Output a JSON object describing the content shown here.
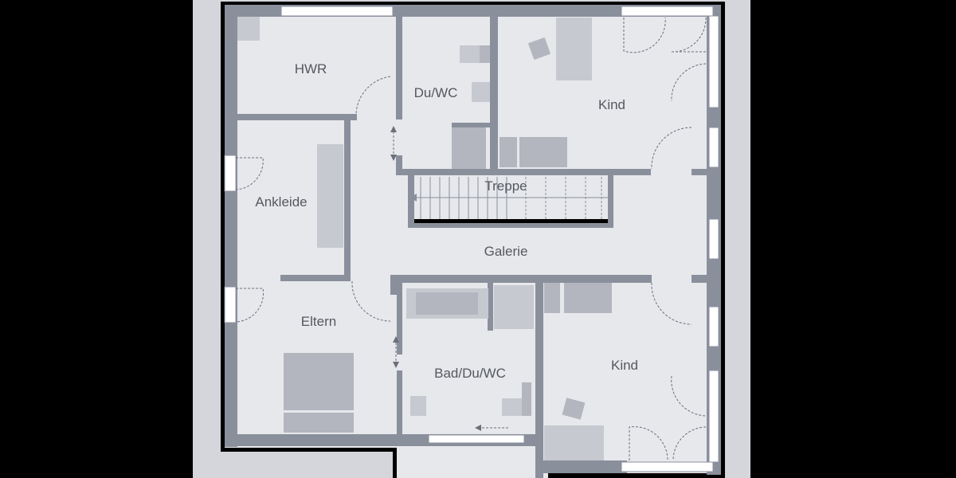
{
  "rooms": {
    "hwr": "HWR",
    "du_wc": "Du/WC",
    "kind_top": "Kind",
    "treppe": "Treppe",
    "ankleide": "Ankleide",
    "galerie": "Galerie",
    "eltern": "Eltern",
    "bad": "Bad/Du/WC",
    "kind_bottom": "Kind"
  },
  "colors": {
    "background": "#000000",
    "surround": "#d5d6db",
    "floor": "#e7e8ec",
    "wall": "#8a8f9c"
  }
}
